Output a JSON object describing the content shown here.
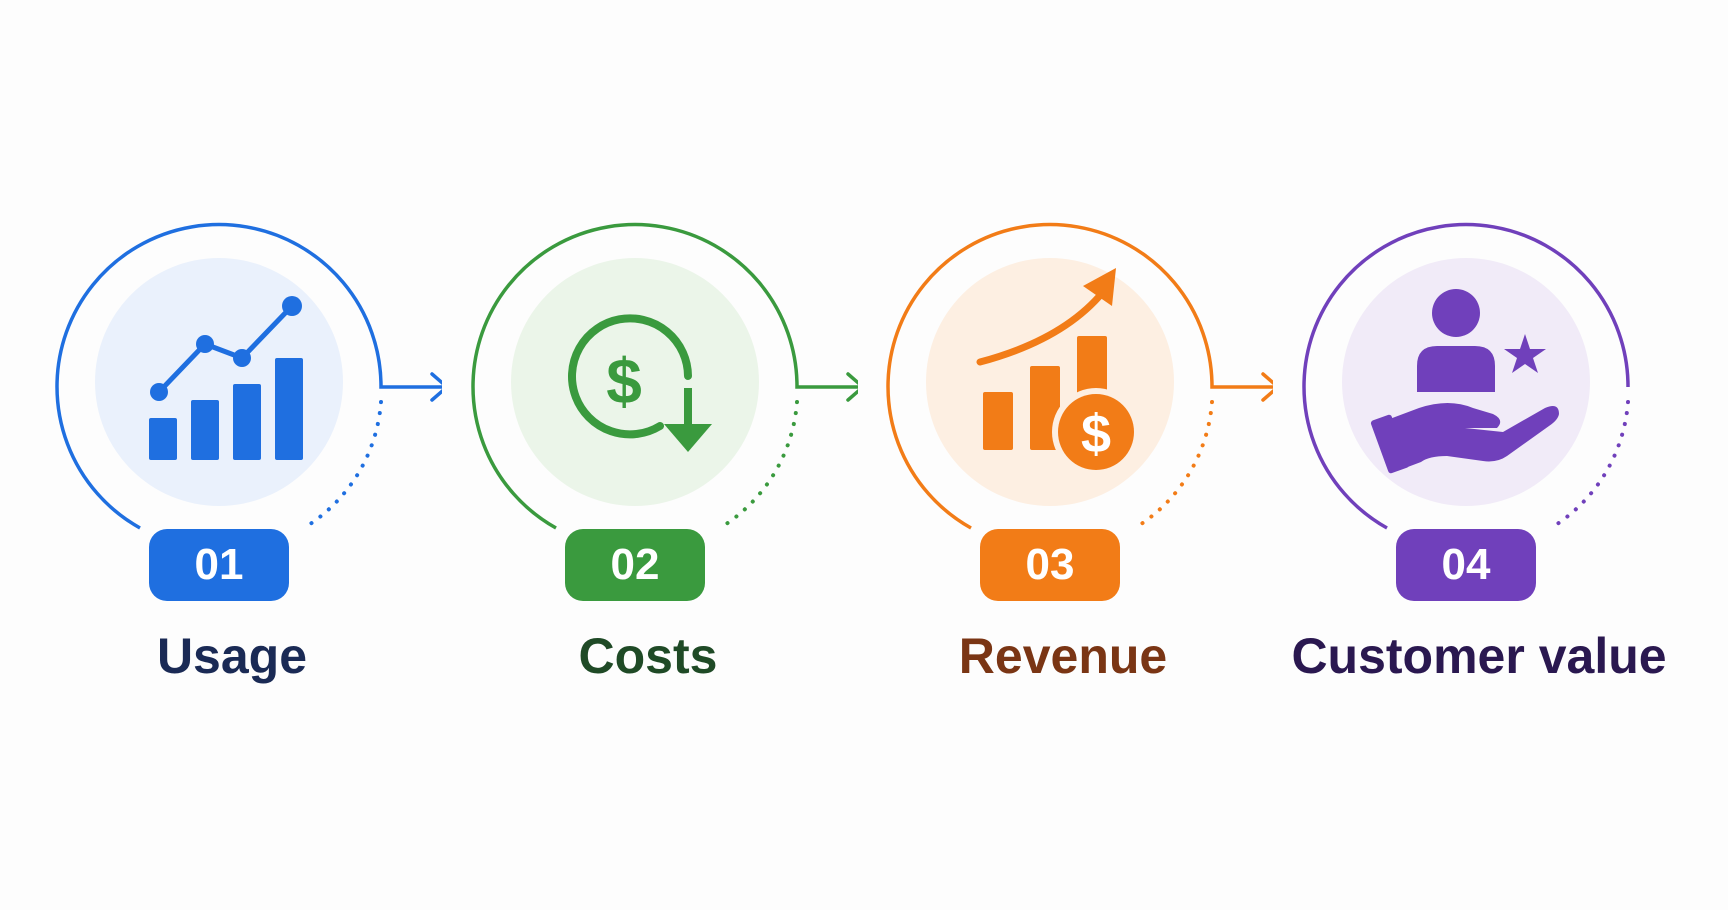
{
  "steps": [
    {
      "number": "01",
      "label": "Usage",
      "color": "#1f6fe0",
      "label_color": "#1a2a55",
      "fill": "#eaf1fc",
      "icon": "bar-chart-trend-icon"
    },
    {
      "number": "02",
      "label": "Costs",
      "color": "#3a9a3e",
      "label_color": "#1f4a26",
      "fill": "#ebf5e9",
      "icon": "dollar-down-icon"
    },
    {
      "number": "03",
      "label": "Revenue",
      "color": "#f27c17",
      "label_color": "#7a3514",
      "fill": "#fdefe2",
      "icon": "revenue-growth-icon"
    },
    {
      "number": "04",
      "label": "Customer value",
      "color": "#7040bb",
      "label_color": "#2a1850",
      "fill": "#f1ebf8",
      "icon": "customer-value-icon"
    }
  ]
}
